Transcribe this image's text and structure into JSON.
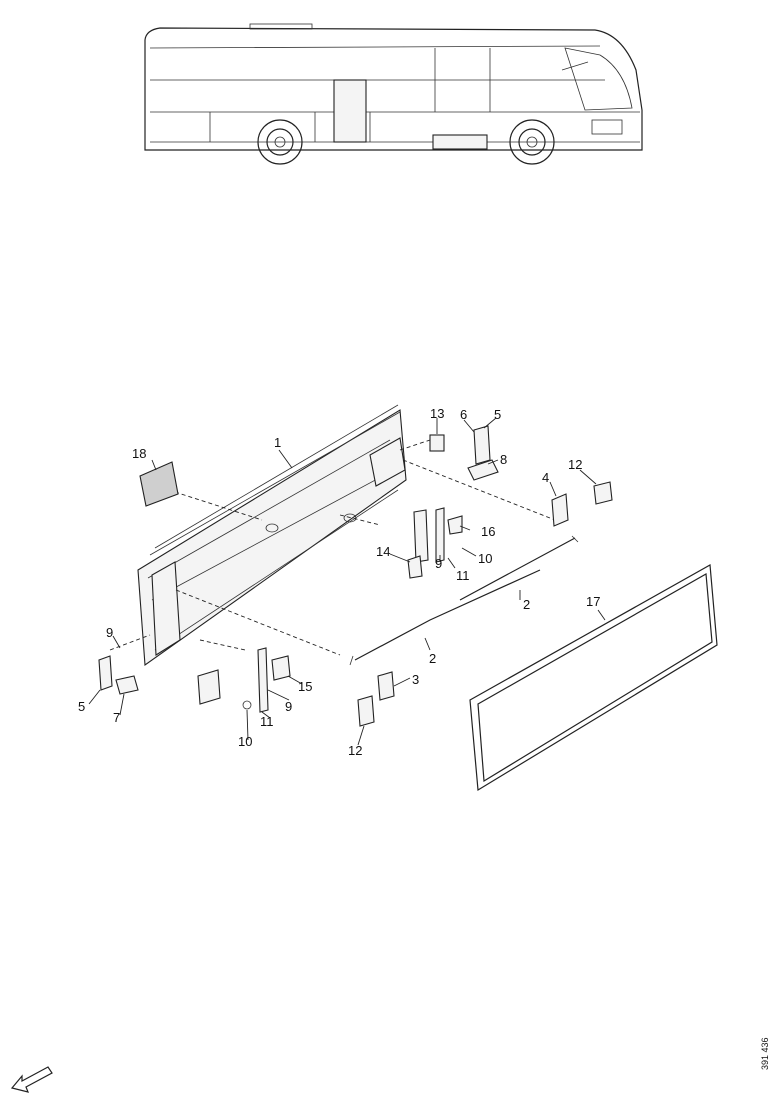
{
  "figure": {
    "reference_code": "391 436",
    "callouts": [
      {
        "id": "c1",
        "label": "1"
      },
      {
        "id": "c2a",
        "label": "2"
      },
      {
        "id": "c2b",
        "label": "2"
      },
      {
        "id": "c3",
        "label": "3"
      },
      {
        "id": "c4",
        "label": "4"
      },
      {
        "id": "c5a",
        "label": "5"
      },
      {
        "id": "c5b",
        "label": "5"
      },
      {
        "id": "c6",
        "label": "6"
      },
      {
        "id": "c7",
        "label": "7"
      },
      {
        "id": "c8",
        "label": "8"
      },
      {
        "id": "c9a",
        "label": "9"
      },
      {
        "id": "c9b",
        "label": "9"
      },
      {
        "id": "c9c",
        "label": "9"
      },
      {
        "id": "c10a",
        "label": "10"
      },
      {
        "id": "c10b",
        "label": "10"
      },
      {
        "id": "c11a",
        "label": "11"
      },
      {
        "id": "c11b",
        "label": "11"
      },
      {
        "id": "c12a",
        "label": "12"
      },
      {
        "id": "c12b",
        "label": "12"
      },
      {
        "id": "c13",
        "label": "13"
      },
      {
        "id": "c14",
        "label": "14"
      },
      {
        "id": "c15",
        "label": "15"
      },
      {
        "id": "c16",
        "label": "16"
      },
      {
        "id": "c17",
        "label": "17"
      },
      {
        "id": "c18",
        "label": "18"
      }
    ],
    "icons": {
      "bus": "bus-side-view-icon",
      "arrow": "front-direction-arrow-icon"
    }
  }
}
